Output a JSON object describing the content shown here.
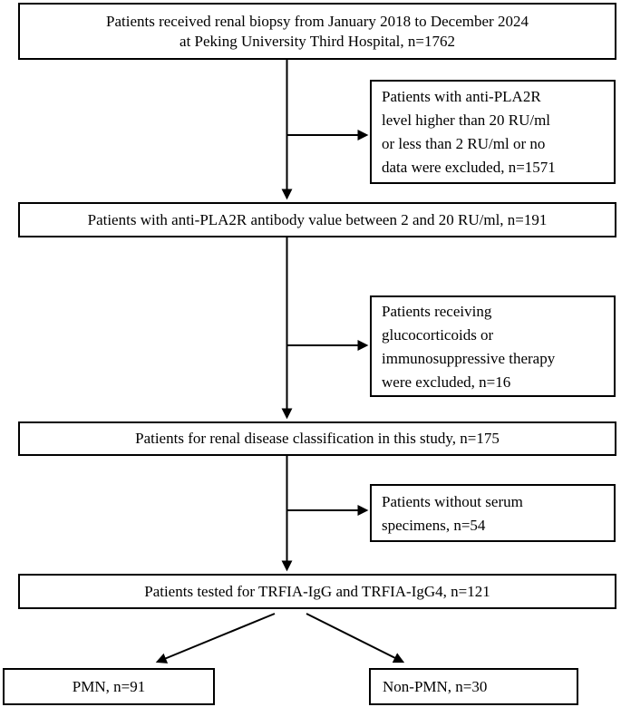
{
  "figure": {
    "type": "patient-flow-diagram",
    "colors": {
      "border": "#000000",
      "text": "#000000",
      "background": "#ffffff"
    },
    "boxes": {
      "biopsy": {
        "line1": "Patients received renal biopsy from January 2018 to December 2024",
        "line2": "at Peking University Third Hospital, n=1762"
      },
      "exclusion_pla2r": {
        "lines": [
          "Patients with anti-PLA2R",
          "level higher than 20 RU/ml",
          "or less than 2 RU/ml or no",
          "data were excluded, n=1571"
        ]
      },
      "antibody_range": {
        "text": "Patients with anti-PLA2R antibody value between 2 and 20 RU/ml, n=191"
      },
      "exclusion_therapy": {
        "lines": [
          "Patients receiving",
          "glucocorticoids or",
          "immunosuppressive therapy",
          "were excluded, n=16"
        ]
      },
      "classification": {
        "text": "Patients for renal disease classification in this study, n=175"
      },
      "exclusion_serum": {
        "lines": [
          "Patients without serum",
          "specimens, n=54"
        ]
      },
      "trfia": {
        "text": "Patients tested for TRFIA-IgG and TRFIA-IgG4, n=121"
      },
      "pmn": {
        "text": "PMN, n=91"
      },
      "non_pmn": {
        "text": "Non-PMN, n=30"
      }
    }
  }
}
